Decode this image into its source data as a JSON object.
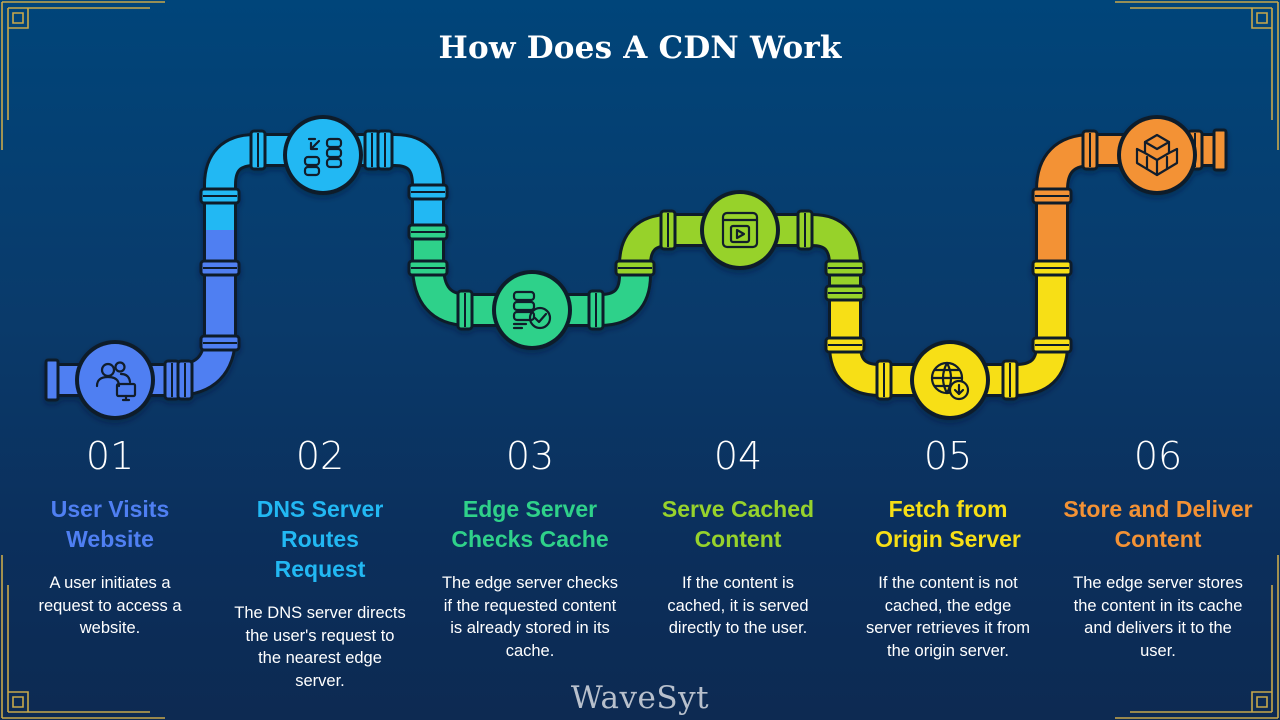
{
  "title": "How Does A CDN Work",
  "watermark": "WaveSyt",
  "colors": {
    "background": "#0b3a6b",
    "frame_gold": "#c8a84b",
    "step1": "#4f7ff2",
    "step2": "#22b8f3",
    "step3": "#2fd18a",
    "step4": "#97d22c",
    "step5": "#f7df16",
    "step6": "#f39235"
  },
  "steps": [
    {
      "number": "01",
      "heading": "User Visits Website",
      "description": "A user initiates a request to access a website.",
      "icon": "users-monitor-icon"
    },
    {
      "number": "02",
      "heading": "DNS Server Routes Request",
      "description": "The DNS server directs the user's request to the nearest edge server.",
      "icon": "server-routing-icon"
    },
    {
      "number": "03",
      "heading": "Edge Server Checks Cache",
      "description": "The edge server checks if the requested content is already stored in its cache.",
      "icon": "server-check-icon"
    },
    {
      "number": "04",
      "heading": "Serve Cached Content",
      "description": "If the content is cached, it is served directly to the user.",
      "icon": "video-window-icon"
    },
    {
      "number": "05",
      "heading": "Fetch from Origin Server",
      "description": "If the content is not cached, the edge server retrieves it from the origin server.",
      "icon": "globe-download-icon"
    },
    {
      "number": "06",
      "heading": "Store and Deliver Content",
      "description": "The edge server stores the content in its cache and delivers it to the user.",
      "icon": "boxes-stack-icon"
    }
  ]
}
